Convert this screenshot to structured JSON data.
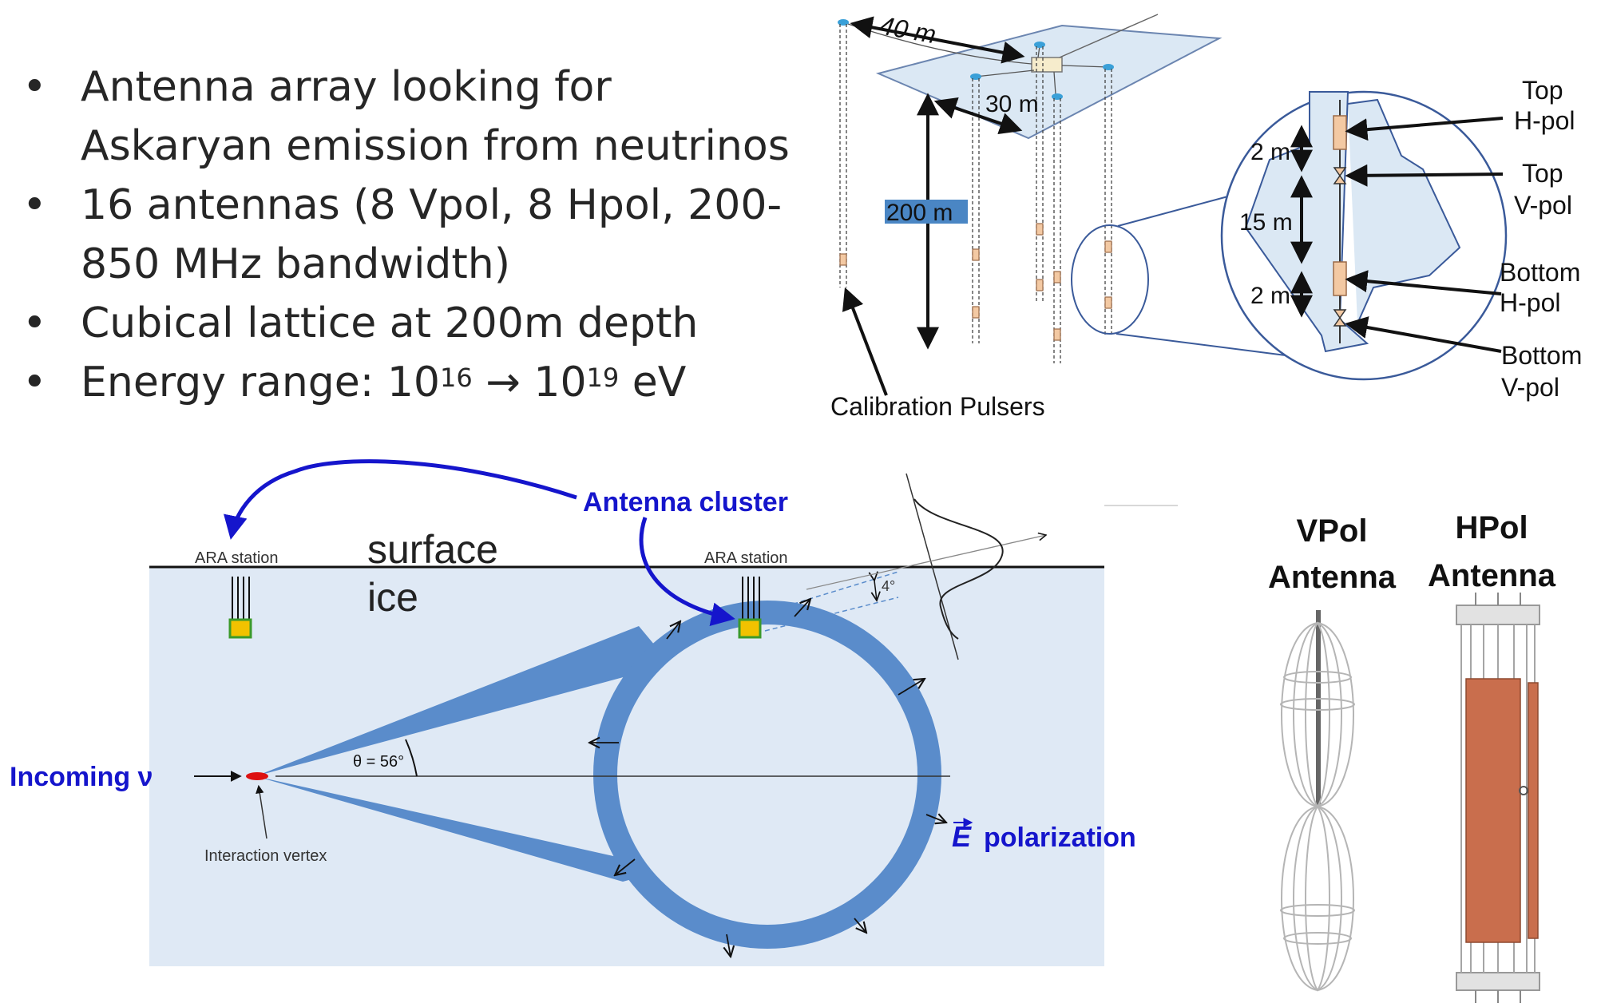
{
  "bullets": [
    {
      "text": "Antenna array looking for Askaryan emission from neutrinos"
    },
    {
      "text": "16 antennas (8 Vpol, 8 Hpol, 200-850 MHz bandwidth)"
    },
    {
      "text": "Cubical lattice at 200m depth"
    },
    {
      "text": "Energy range: ",
      "base1": "10",
      "exp1": "16",
      "arrow": "→",
      "base2": "10",
      "exp2": "19",
      "unit": "eV"
    }
  ],
  "station_diagram": {
    "dim_40m": "40 m",
    "dim_30m": "30 m",
    "dim_200m": "200 m",
    "calibration_label": "Calibration Pulsers",
    "dim_2m_top": "2 m",
    "dim_15m": "15 m",
    "dim_2m_bottom": "2 m",
    "top_hpol": [
      "Top",
      "H-pol"
    ],
    "top_vpol": [
      "Top",
      "V-pol"
    ],
    "bottom_hpol": [
      "Bottom",
      "H-pol"
    ],
    "bottom_vpol": [
      "Bottom",
      "V-pol"
    ]
  },
  "cone_diagram": {
    "antenna_cluster": "Antenna cluster",
    "ara_station_left": "ARA station",
    "ara_station_right": "ARA station",
    "surface": "surface",
    "ice": "ice",
    "angle_4": "4°",
    "theta": "θ = 56°",
    "incoming": "Incoming ν",
    "vertex": "Interaction vertex",
    "e_symbol": "E",
    "polarization": "polarization",
    "colors": {
      "ice": "#dfe9f5",
      "cone": "#5a8ccb",
      "label_blue": "#1515cc",
      "vertex": "#dd1111",
      "station_box": "#f2c200"
    }
  },
  "antennas": {
    "vpol_title": [
      "VPol",
      "Antenna"
    ],
    "hpol_title": [
      "HPol",
      "Antenna"
    ],
    "colors": {
      "hpol_copper": "#c96e4d"
    }
  }
}
